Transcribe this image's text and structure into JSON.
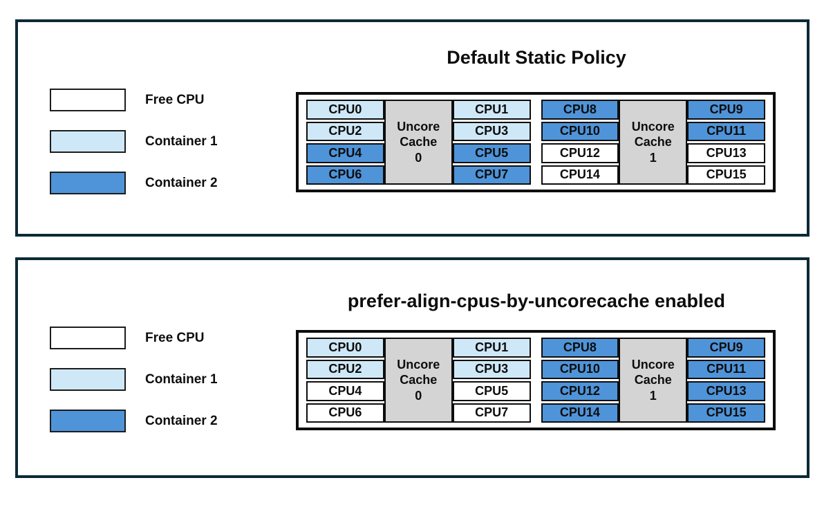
{
  "colors": {
    "free_cpu": "#FFFFFF",
    "container1": "#CFE8F7",
    "container2": "#4F94D9",
    "uncore_cache_fill": "#D4D4D4",
    "panel_border": "#0C2936",
    "diagram_border": "#0D0D0D",
    "text": "#0D0D0D"
  },
  "panels": [
    {
      "title": "Default Static Policy",
      "legend": [
        {
          "label": "Free CPU",
          "fill": "free"
        },
        {
          "label": "Container 1",
          "fill": "container1"
        },
        {
          "label": "Container 2",
          "fill": "container2"
        }
      ],
      "clusters": [
        {
          "cache": {
            "line1": "Uncore",
            "line2": "Cache",
            "line3": "0"
          },
          "left": [
            {
              "label": "CPU0",
              "fill": "container1"
            },
            {
              "label": "CPU2",
              "fill": "container1"
            },
            {
              "label": "CPU4",
              "fill": "container2"
            },
            {
              "label": "CPU6",
              "fill": "container2"
            }
          ],
          "right": [
            {
              "label": "CPU1",
              "fill": "container1"
            },
            {
              "label": "CPU3",
              "fill": "container1"
            },
            {
              "label": "CPU5",
              "fill": "container2"
            },
            {
              "label": "CPU7",
              "fill": "container2"
            }
          ]
        },
        {
          "cache": {
            "line1": "Uncore",
            "line2": "Cache",
            "line3": "1"
          },
          "left": [
            {
              "label": "CPU8",
              "fill": "container2"
            },
            {
              "label": "CPU10",
              "fill": "container2"
            },
            {
              "label": "CPU12",
              "fill": "free"
            },
            {
              "label": "CPU14",
              "fill": "free"
            }
          ],
          "right": [
            {
              "label": "CPU9",
              "fill": "container2"
            },
            {
              "label": "CPU11",
              "fill": "container2"
            },
            {
              "label": "CPU13",
              "fill": "free"
            },
            {
              "label": "CPU15",
              "fill": "free"
            }
          ]
        }
      ]
    },
    {
      "title": "prefer-align-cpus-by-uncorecache enabled",
      "legend": [
        {
          "label": "Free CPU",
          "fill": "free"
        },
        {
          "label": "Container 1",
          "fill": "container1"
        },
        {
          "label": "Container 2",
          "fill": "container2"
        }
      ],
      "clusters": [
        {
          "cache": {
            "line1": "Uncore",
            "line2": "Cache",
            "line3": "0"
          },
          "left": [
            {
              "label": "CPU0",
              "fill": "container1"
            },
            {
              "label": "CPU2",
              "fill": "container1"
            },
            {
              "label": "CPU4",
              "fill": "free"
            },
            {
              "label": "CPU6",
              "fill": "free"
            }
          ],
          "right": [
            {
              "label": "CPU1",
              "fill": "container1"
            },
            {
              "label": "CPU3",
              "fill": "container1"
            },
            {
              "label": "CPU5",
              "fill": "free"
            },
            {
              "label": "CPU7",
              "fill": "free"
            }
          ]
        },
        {
          "cache": {
            "line1": "Uncore",
            "line2": "Cache",
            "line3": "1"
          },
          "left": [
            {
              "label": "CPU8",
              "fill": "container2"
            },
            {
              "label": "CPU10",
              "fill": "container2"
            },
            {
              "label": "CPU12",
              "fill": "container2"
            },
            {
              "label": "CPU14",
              "fill": "container2"
            }
          ],
          "right": [
            {
              "label": "CPU9",
              "fill": "container2"
            },
            {
              "label": "CPU11",
              "fill": "container2"
            },
            {
              "label": "CPU13",
              "fill": "container2"
            },
            {
              "label": "CPU15",
              "fill": "container2"
            }
          ]
        }
      ]
    }
  ]
}
